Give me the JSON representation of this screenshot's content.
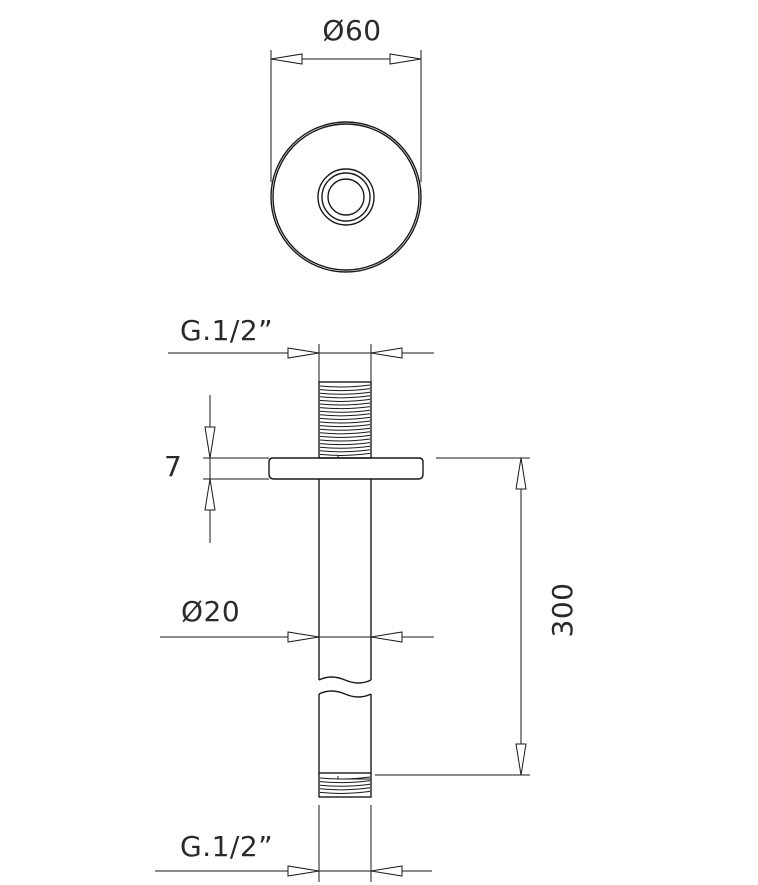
{
  "dimensions": {
    "flange_diameter": "Ø60",
    "thread_top": "G.1/2”",
    "flange_thickness": "7",
    "tube_diameter": "Ø20",
    "length": "300",
    "thread_bottom": "G.1/2”"
  }
}
